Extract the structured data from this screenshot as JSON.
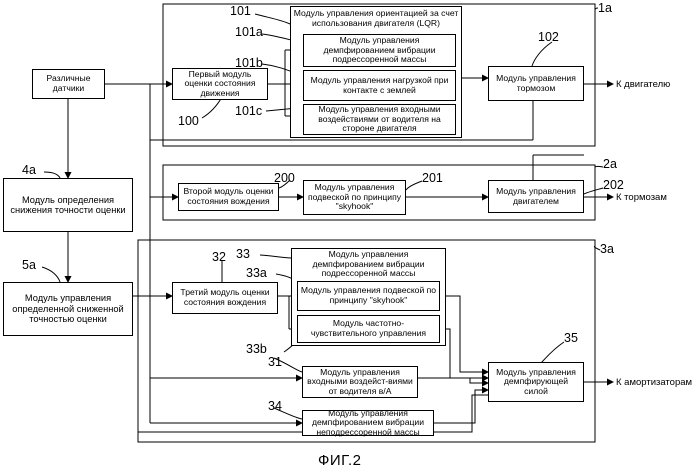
{
  "figure": {
    "caption": "ФИГ.2"
  },
  "refs": {
    "r1a": "1a",
    "r2a": "2a",
    "r3a": "3a",
    "r4a": "4a",
    "r5a": "5a",
    "r100": "100",
    "r101": "101",
    "r101a": "101a",
    "r101b": "101b",
    "r101c": "101c",
    "r102": "102",
    "r200": "200",
    "r201": "201",
    "r202": "202",
    "r31": "31",
    "r32": "32",
    "r33": "33",
    "r33a": "33a",
    "r33b": "33b",
    "r34": "34",
    "r35": "35"
  },
  "blocks": {
    "sensors": "Различные датчики",
    "det_4a": "Модуль определения снижения точности оценки",
    "mgmt_5a": "Модуль управления определенной сниженной точностью оценки",
    "est1": "Первый модуль оценки состояния движения",
    "lqr": "Модуль управления ориентацией за счет использования двигателя (LQR)",
    "m101a": "Модуль управления демпфированием вибрации подрессоренной массы",
    "m101b": "Модуль управления нагрузкой при контакте с землей",
    "m101c": "Модуль управления входными воздействиями от водителя на стороне двигателя",
    "brake102": "Модуль управления тормозом",
    "est2": "Второй модуль оценки состояния вождения",
    "sky201": "Модуль управления подвеской по принципу \"skyhook\"",
    "eng202": "Модуль управления двигателем",
    "est3": "Третий модуль оценки состояния вождения",
    "m33": "Модуль управления демпфированием вибрации подрессоренной массы",
    "m33a": "Модуль управления подвеской по принципу \"skyhook\"",
    "m33b": "Модуль частотно-чувствительного управления",
    "m31": "Модуль управления входными воздейст-виями от водителя в/А",
    "m34": "Модуль управления демпфированием вибрации неподрессоренной массы",
    "m35": "Модуль управления демпфирующей силой"
  },
  "outputs": {
    "to_engine": "К двигателю",
    "to_brakes": "К тормозам",
    "to_dampers": "К амортизаторам"
  }
}
